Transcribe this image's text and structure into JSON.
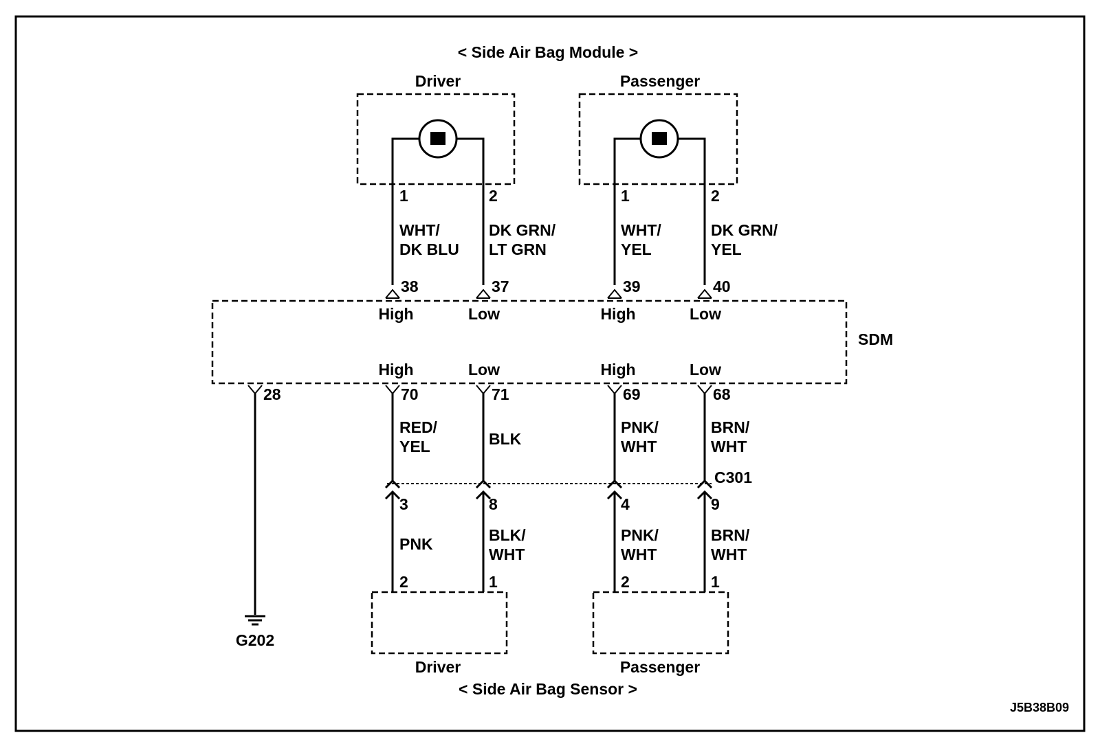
{
  "titles": {
    "module": "< Side Air Bag Module >",
    "sensor": "< Side Air Bag Sensor >",
    "figure_id": "J5B38B09"
  },
  "module": {
    "driver_label": "Driver",
    "passenger_label": "Passenger",
    "driver_pins": [
      "1",
      "2"
    ],
    "passenger_pins": [
      "1",
      "2"
    ],
    "driver_wires": [
      [
        "WHT/",
        "DK BLU"
      ],
      [
        "DK GRN/",
        "LT GRN"
      ]
    ],
    "passenger_wires": [
      [
        "WHT/",
        "YEL"
      ],
      [
        "DK GRN/",
        "YEL"
      ]
    ]
  },
  "sdm": {
    "label": "SDM",
    "top_pins": [
      "38",
      "37",
      "39",
      "40"
    ],
    "top_terms": [
      "High",
      "Low",
      "High",
      "Low"
    ],
    "bottom_pins": [
      "28",
      "70",
      "71",
      "69",
      "68"
    ],
    "bottom_terms": [
      "High",
      "Low",
      "High",
      "Low"
    ]
  },
  "harness": {
    "upper_wires": [
      [
        "RED/",
        "YEL"
      ],
      [
        "BLK"
      ],
      [
        "PNK/",
        "WHT"
      ],
      [
        "BRN/",
        "WHT"
      ]
    ],
    "connector": "C301",
    "connector_pins": [
      "3",
      "8",
      "4",
      "9"
    ],
    "lower_wires": [
      [
        "PNK"
      ],
      [
        "BLK/",
        "WHT"
      ],
      [
        "PNK/",
        "WHT"
      ],
      [
        "BRN/",
        "WHT"
      ]
    ]
  },
  "sensor": {
    "driver_label": "Driver",
    "passenger_label": "Passenger",
    "driver_pins": [
      "2",
      "1"
    ],
    "passenger_pins": [
      "2",
      "1"
    ]
  },
  "ground": {
    "label": "G202"
  }
}
